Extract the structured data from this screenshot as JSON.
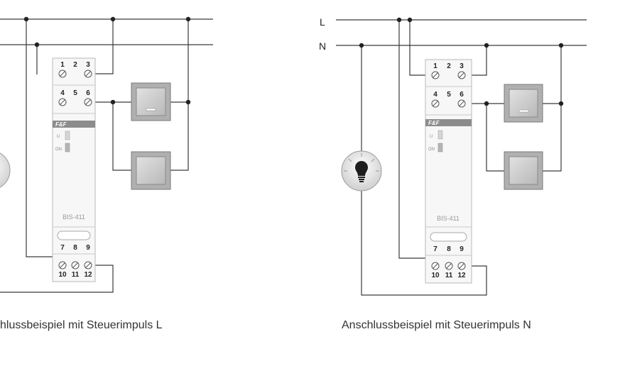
{
  "rails": {
    "line": "L",
    "neutral": "N"
  },
  "module": {
    "model": "BIS-411",
    "brand": "F&F",
    "top_terminals_row1": [
      "1",
      "2",
      "3"
    ],
    "top_terminals_row2": [
      "4",
      "5",
      "6"
    ],
    "bottom_terminals_row1": [
      "7",
      "8",
      "9"
    ],
    "bottom_terminals_row2": [
      "10",
      "11",
      "12"
    ],
    "led_labels": [
      "U",
      "ON"
    ]
  },
  "captions": {
    "left": "hlussbeispiel mit Steuerimpuls L",
    "right": "Anschlussbeispiel mit Steuerimpuls N"
  },
  "colors": {
    "wire": "#3a3a3a",
    "module_body": "#f7f7f7",
    "module_band": "#8c8c8c",
    "push_button": "#c9c9c9",
    "lamp": "#e6e6e6"
  }
}
